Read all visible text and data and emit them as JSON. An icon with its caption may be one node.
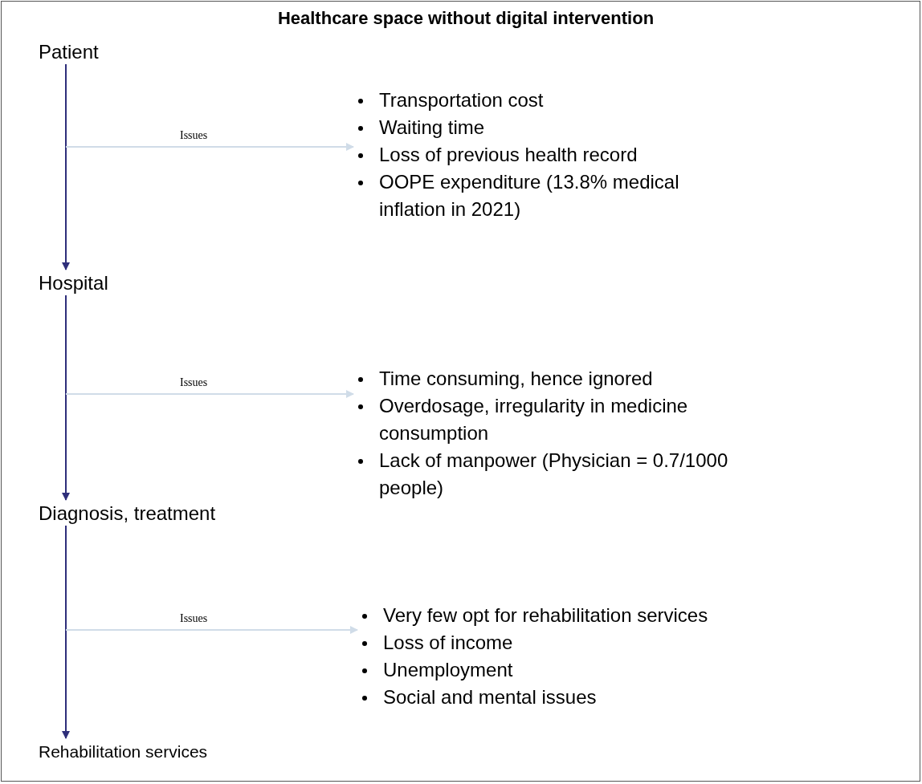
{
  "diagram": {
    "title": "Healthcare space without digital intervention",
    "nodes": [
      {
        "text": [
          "Patient"
        ]
      },
      {
        "text": [
          "Hospital"
        ]
      },
      {
        "text": [
          "Diagnosis, treatment"
        ]
      },
      {
        "text": [
          "Rehabilitation services"
        ]
      },
      {
        "text": [
          "Transportation cost",
          "Waiting time",
          "Loss of previous health record",
          "OOPE expenditure (13.8% medical inflation in 2021)"
        ]
      },
      {
        "text": [
          "Time consuming, hence ignored",
          "Overdosage, irregularity in medicine consumption",
          "Lack of manpower (Physician = 0.7/1000 people)"
        ]
      },
      {
        "text": [
          "Very few opt for rehabilitation services",
          "Loss of income",
          "Unemployment",
          "Social and mental issues"
        ]
      }
    ],
    "edges": [
      {
        "from": 0,
        "to": 1,
        "arrow": "to"
      },
      {
        "from": null,
        "to": 4,
        "arrow": "to",
        "label": "Issues",
        "color": "#d0dce8"
      },
      {
        "from": 1,
        "to": 2,
        "arrow": "to"
      },
      {
        "from": null,
        "to": 5,
        "arrow": "to",
        "label": "Issues",
        "color": "#d0dce8"
      },
      {
        "from": 2,
        "to": 3,
        "arrow": "to"
      },
      {
        "from": null,
        "to": 6,
        "arrow": "to",
        "label": "Issues",
        "color": "#d0dce8"
      }
    ]
  }
}
